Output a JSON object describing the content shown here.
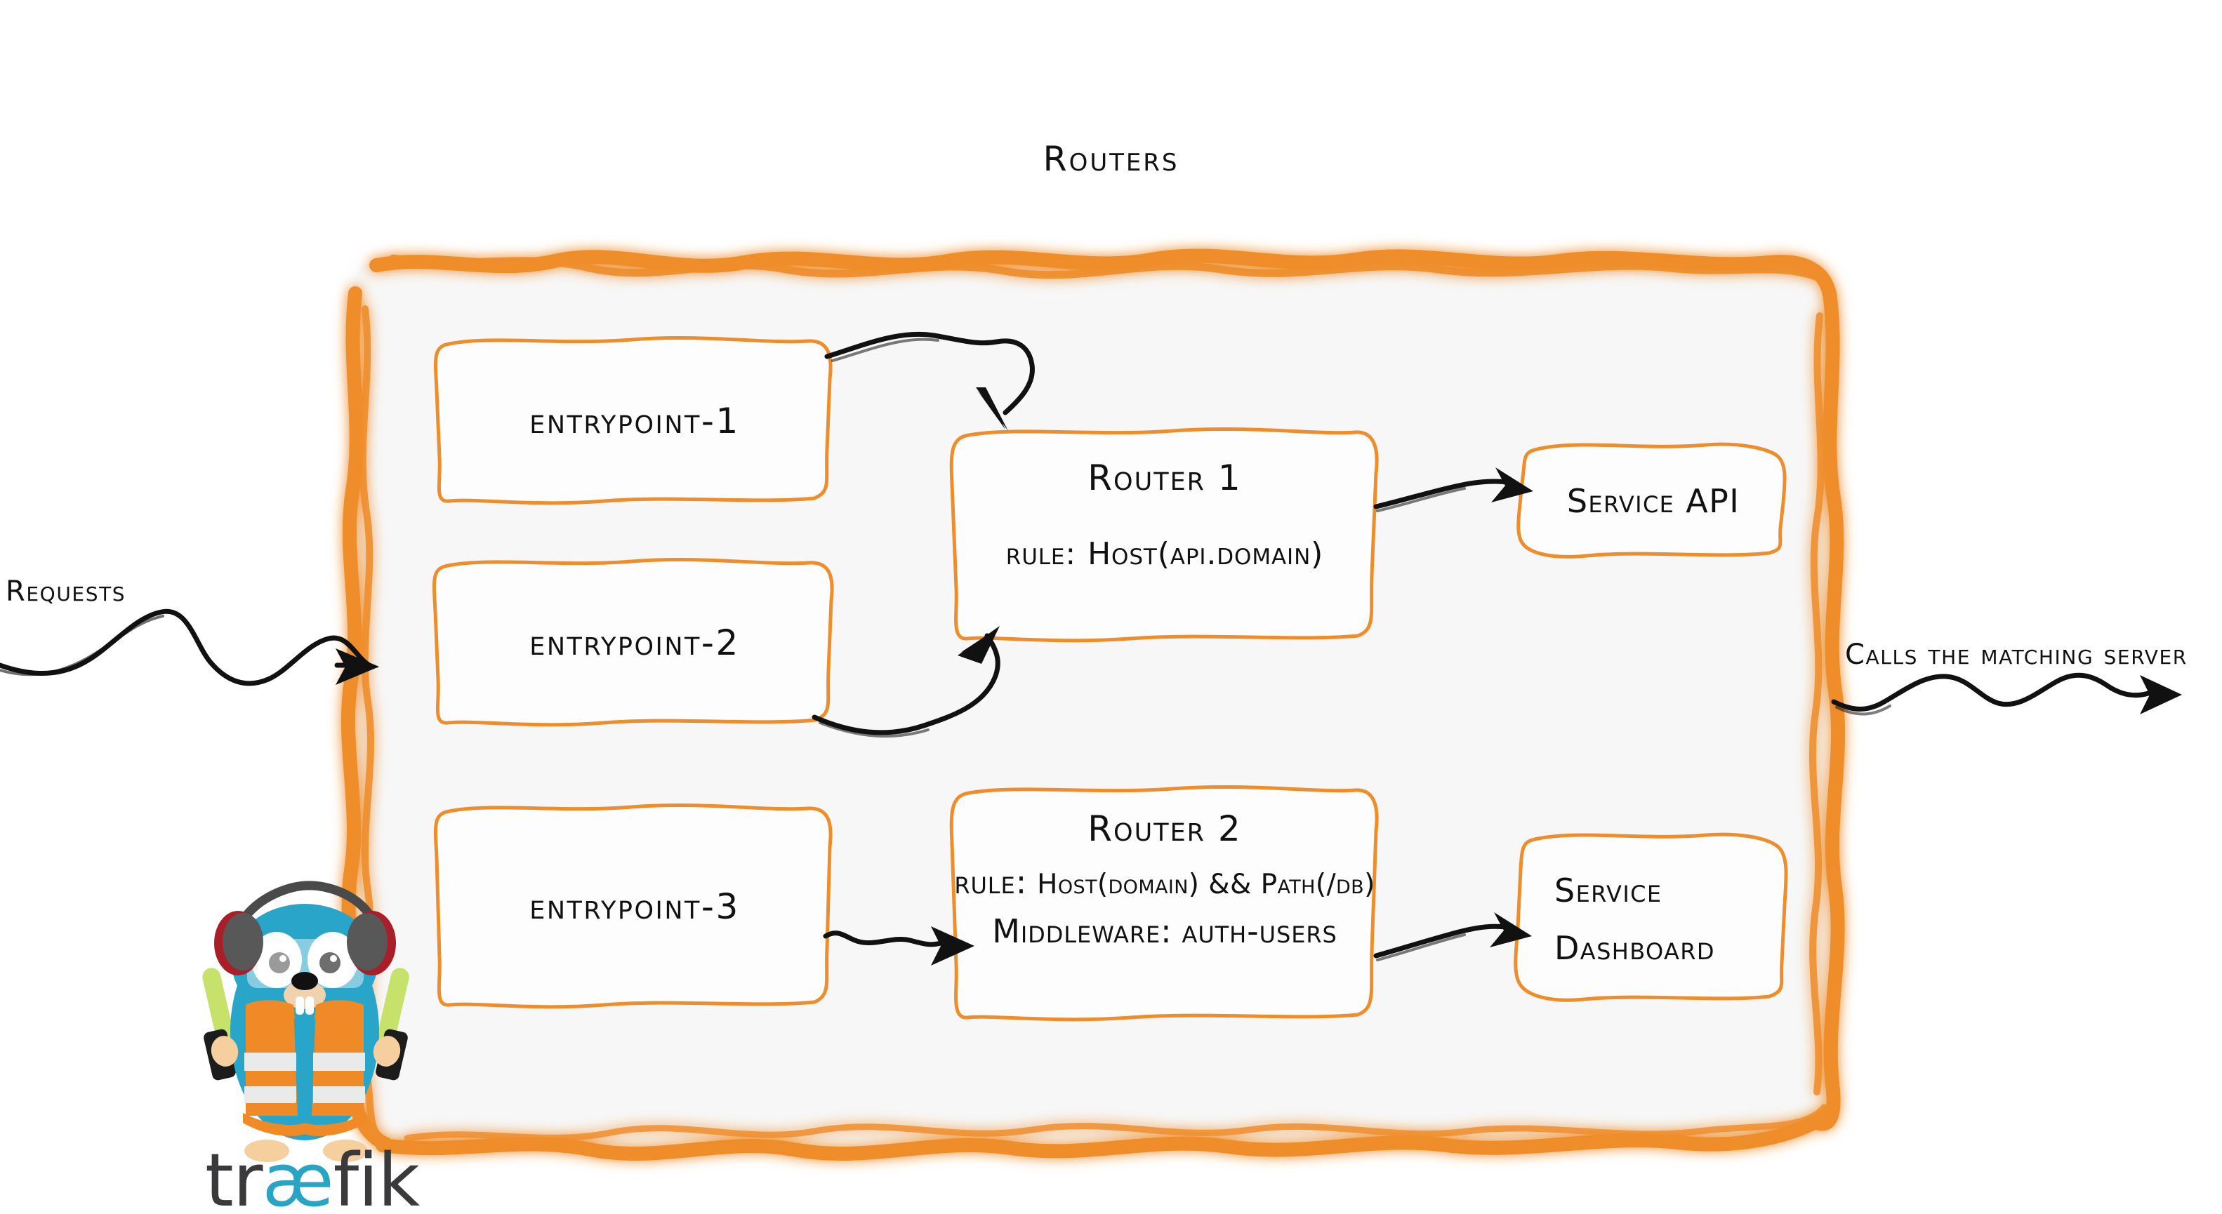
{
  "diagram": {
    "title": "Routers",
    "theme": {
      "accent_orange": "#ee8d2b",
      "panel_fill": "#f5f5f5",
      "box_fill": "#ffffff",
      "ink": "#111111",
      "logo_dark": "#3a3a3c",
      "logo_cyan": "#2aa4c4",
      "gopher_body": "#29a5c9",
      "gopher_vest": "#ef8a26",
      "gopher_stripe": "#e9eaea",
      "gopher_wand": "#c6e26a",
      "gopher_headphone": "#4a4a4a",
      "gopher_earcup_red": "#a81f2a"
    },
    "entrypoints": [
      {
        "id": "entrypoint-1",
        "label": "entrypoint-1"
      },
      {
        "id": "entrypoint-2",
        "label": "entrypoint-2"
      },
      {
        "id": "entrypoint-3",
        "label": "entrypoint-3"
      }
    ],
    "routers": [
      {
        "id": "router-1",
        "title": "Router 1",
        "rule_prefix": "rule:",
        "rule_value": "Host(api.domain)"
      },
      {
        "id": "router-2",
        "title": "Router 2",
        "rule_prefix": "rule:",
        "rule_value": "Host(domain) && Path(/db)",
        "middleware_prefix": "Middleware:",
        "middleware_value": "auth-users"
      }
    ],
    "services": [
      {
        "id": "service-api",
        "line1": "Service API",
        "line2": ""
      },
      {
        "id": "service-dashboard",
        "line1": "Service",
        "line2": "Dashboard"
      }
    ],
    "side_labels": {
      "left": "Requests",
      "right": "Calls the matching server"
    },
    "brand": {
      "wordmark_before": "tr",
      "wordmark_ligature": "æ",
      "wordmark_after": "fik"
    }
  }
}
